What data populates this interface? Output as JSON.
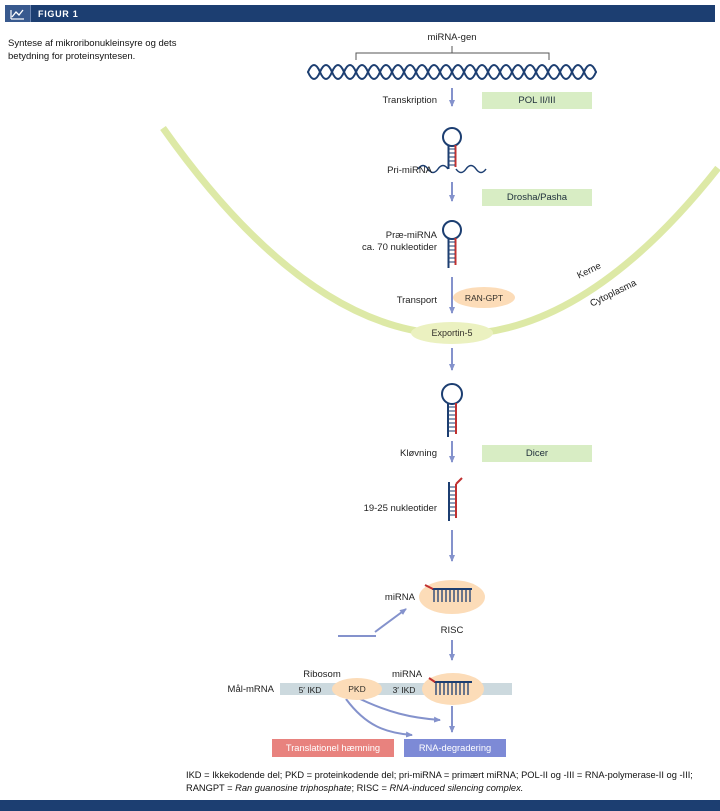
{
  "header": {
    "title": "FIGUR 1"
  },
  "caption": "Syntese af mikroribonukleinsyre og dets betydning for proteinsyntesen.",
  "diagram": {
    "gene": "miRNA-gen",
    "transcription": "Transkription",
    "pol": "POL II/III",
    "pri_mirna": "Pri-miRNA",
    "drosha": "Drosha/Pasha",
    "pre_mirna": "Præ-miRNA",
    "pre_mirna_sub": "ca. 70 nukleotider",
    "transport": "Transport",
    "ran_gpt": "RAN-GPT",
    "kerne": "Kerne",
    "cytoplasma": "Cytoplasma",
    "exportin": "Exportin-5",
    "cleavage": "Kløvning",
    "dicer": "Dicer",
    "nucleotides": "19-25 nukleotider",
    "mirna": "miRNA",
    "risc": "RISC",
    "ribosome": "Ribosom",
    "mirna_bottom": "miRNA",
    "target_mrna": "Mål-mRNA",
    "utr5": "5′ IKD",
    "pkd": "PKD",
    "utr3": "3′ IKD",
    "translational_inhibition": "Translationel hæmning",
    "rna_degradation": "RNA-degradering"
  },
  "footer": {
    "line1": "IKD = Ikkekodende del; PKD = proteinkodende del; pri-miRNA = primært miRNA; POL-II og -III = RNA-polymerase-II og -III;",
    "line2_prefix": "RANGPT = ",
    "line2_italic1": "Ran guanosine triphosphate",
    "line2_mid": "; RISC = ",
    "line2_italic2": "RNA-induced silencing complex."
  },
  "colors": {
    "header_bar": "#1c3e71",
    "green_box": "#d8edc4",
    "membrane": "#dde9a6",
    "peach_oval": "#fcdcb8",
    "exportin_oval": "#ebf1c0",
    "red_box": "#e8827e",
    "blue_box": "#7d8ad6",
    "arrow": "#8492cc",
    "strand_blue": "#1c3e71",
    "strand_red": "#c03030",
    "mrna_bar": "#ccd9de"
  }
}
